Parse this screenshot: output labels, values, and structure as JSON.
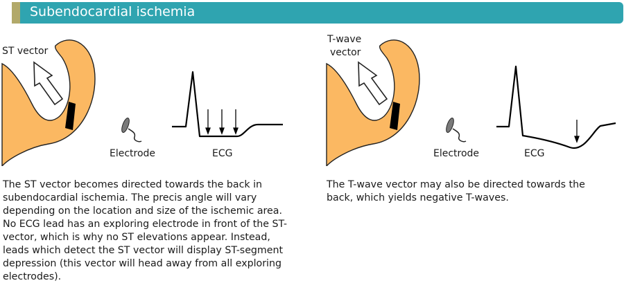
{
  "header": {
    "title": "Subendocardial ischemia"
  },
  "left_panel": {
    "vector_label": "ST vector",
    "electrode_label": "Electrode",
    "ecg_label": "ECG",
    "description": "The ST vector becomes directed towards the back in subendocardial ischemia. The precis angle will vary depending on the location and size of the ischemic area. No ECG lead has an exploring electrode in front of the ST-vector, which is why no ST elevations appear. Instead, leads which detect the ST vector will display ST-segment depression (this vector will head away from all exploring electrodes)."
  },
  "right_panel": {
    "vector_label_line1": "T-wave",
    "vector_label_line2": "vector",
    "electrode_label": "Electrode",
    "ecg_label": "ECG",
    "description": "The T-wave vector may also be directed towards the back, which yields negative T-waves."
  },
  "colors": {
    "header_bg": "#2fa4b0",
    "header_accent": "#b2a96a",
    "myocardium": "#fbb862",
    "ischemic_zone": "#000000",
    "electrode": "#7a7a7a"
  },
  "icons": [
    "heart-wall",
    "vector-arrow",
    "electrode-icon",
    "ecg-trace",
    "down-arrow-icon"
  ]
}
